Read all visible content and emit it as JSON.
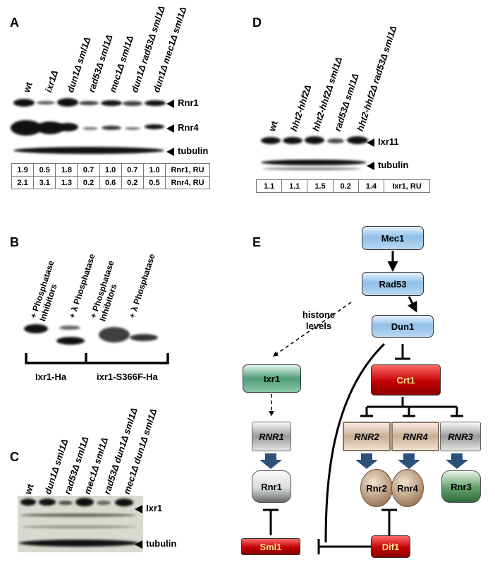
{
  "panels": {
    "a": {
      "label": "A",
      "lanes": [
        "wt",
        "ixr1Δ",
        "dun1Δ sml1Δ",
        "rad53Δ sml1Δ",
        "mec1Δ sml1Δ",
        "dun1Δ rad53Δ sml1Δ",
        "dun1Δ mec1Δ sml1Δ"
      ],
      "bands": [
        "Rnr1",
        "Rnr4",
        "tubulin"
      ],
      "quant": [
        {
          "label": "Rnr1, RU",
          "values": [
            "1.9",
            "0.5",
            "1.8",
            "0.7",
            "1.0",
            "0.7",
            "1.0"
          ]
        },
        {
          "label": "Rnr4, RU",
          "values": [
            "2.1",
            "3.1",
            "1.3",
            "0.2",
            "0.6",
            "0.2",
            "0.5"
          ]
        }
      ]
    },
    "b": {
      "label": "B",
      "lanes": [
        "+ Phosphatase Inhibitors",
        "+ λ Phosphatase",
        "+ Phosphatase Inhibitors",
        "+ λ Phosphatase"
      ],
      "groups": [
        "Ixr1-Ha",
        "ixr1-S366F-Ha"
      ]
    },
    "c": {
      "label": "C",
      "lanes": [
        "wt",
        "dun1Δ sml1Δ",
        "rad53Δ sml1Δ",
        "mec1Δ sml1Δ",
        "rad53Δ dun1Δ sml1Δ",
        "mec1Δ dun1Δ sml1Δ"
      ],
      "bands": [
        "Ixr1",
        "tubulin"
      ]
    },
    "d": {
      "label": "D",
      "lanes": [
        "wt",
        "hht2-hhf2Δ",
        "hht2-hhf2Δ sml1Δ",
        "rad53Δ sml1Δ",
        "hht2-hhf2Δ rad53Δ sml1Δ"
      ],
      "bands": [
        "Ixr11",
        "tubulin"
      ],
      "quant": {
        "label": "Ixr1, RU",
        "values": [
          "1.1",
          "1.1",
          "1.5",
          "0.2",
          "1.4"
        ]
      }
    },
    "e": {
      "label": "E",
      "nodes": {
        "mec1": "Mec1",
        "rad53": "Rad53",
        "dun1": "Dun1",
        "crt1": "Crt1",
        "ixr1": "Ixr1",
        "rnr1_gene": "RNR1",
        "rnr2_gene": "RNR2",
        "rnr4_gene": "RNR4",
        "rnr3_gene": "RNR3",
        "rnr1": "Rnr1",
        "rnr2": "Rnr2",
        "rnr4": "Rnr4",
        "rnr3": "Rnr3",
        "sml1": "Sml1",
        "dif1": "Dif1"
      },
      "edge_label": "histone levels"
    }
  }
}
